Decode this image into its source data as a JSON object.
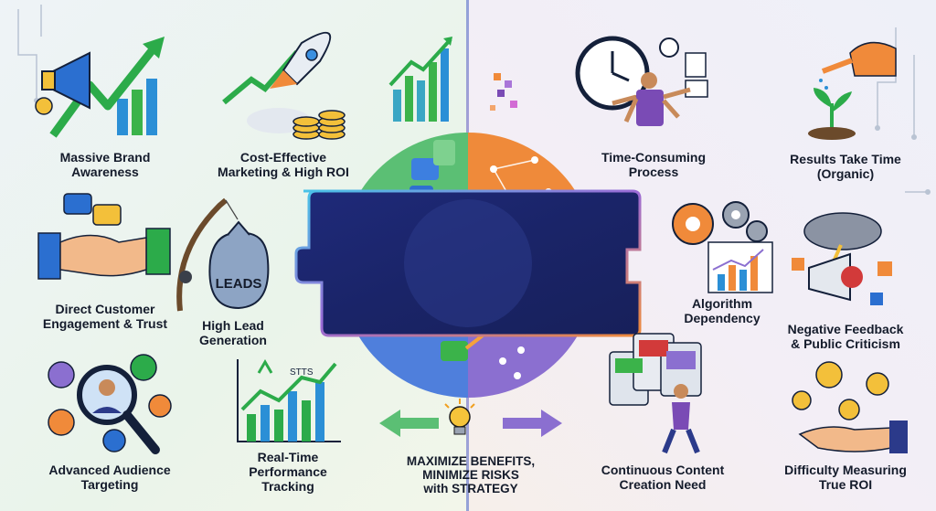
{
  "benefits": [
    {
      "id": "brand",
      "label": "Massive Brand\nAwareness",
      "icon": "megaphone-growth-icon"
    },
    {
      "id": "roi",
      "label": "Cost-Effective\nMarketing & High ROI",
      "icon": "rocket-coins-icon"
    },
    {
      "id": "engagement",
      "label": "Direct Customer\nEngagement & Trust",
      "icon": "handshake-chat-icon"
    },
    {
      "id": "leads",
      "label": "High Lead\nGeneration",
      "icon": "fishing-leads-bag-icon",
      "bag_text": "LEADS"
    },
    {
      "id": "targeting",
      "label": "Advanced Audience\nTargeting",
      "icon": "magnifier-audience-icon"
    },
    {
      "id": "tracking",
      "label": "Real-Time\nPerformance\nTracking",
      "icon": "performance-chart-icon",
      "chart_text": "STTS"
    }
  ],
  "challenges": [
    {
      "id": "time",
      "label": "Time-Consuming\nProcess",
      "icon": "clock-multitask-icon"
    },
    {
      "id": "organic",
      "label": "Results Take Time\n(Organic)",
      "icon": "watering-plant-icon"
    },
    {
      "id": "algorithm",
      "label": "Algorithm\nDependency",
      "icon": "gears-chart-icon"
    },
    {
      "id": "feedback",
      "label": "Negative Feedback\n& Public Criticism",
      "icon": "storm-megaphone-icon"
    },
    {
      "id": "content",
      "label": "Continuous Content\nCreation Need",
      "icon": "content-burden-icon"
    },
    {
      "id": "roi_measure",
      "label": "Difficulty Measuring\nTrue ROI",
      "icon": "hand-coins-icon"
    }
  ],
  "center": {
    "strategy_label": "MAXIMIZE BENEFITS,\nMINIMIZE RISKS\nwith STRATEGY",
    "icon": "lightbulb-icon",
    "panel_text": ""
  },
  "colors": {
    "benefit_accent": "#3bb34a",
    "challenge_accent": "#e8782a",
    "panel": "#1c2563",
    "text": "#141b2b"
  }
}
